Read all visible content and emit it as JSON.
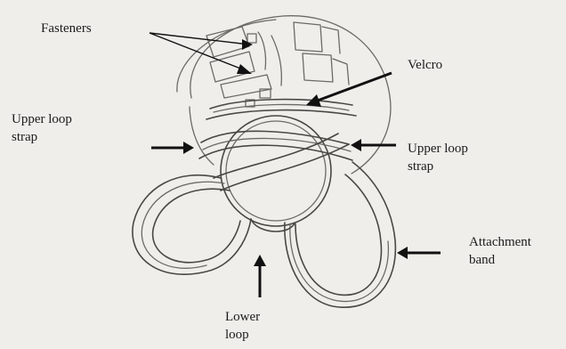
{
  "labels": {
    "fasteners": "Fasteners",
    "velcro": "Velcro",
    "upper_loop_strap_left": "Upper loop\nstrap",
    "upper_loop_strap_right": "Upper loop\nstrap",
    "attachment_band": "Attachment\nband",
    "lower_loop": "Lower\nloop"
  },
  "colors": {
    "background": "#efeeea",
    "sketch_line": "#6c6a66",
    "arrow": "#111111"
  }
}
